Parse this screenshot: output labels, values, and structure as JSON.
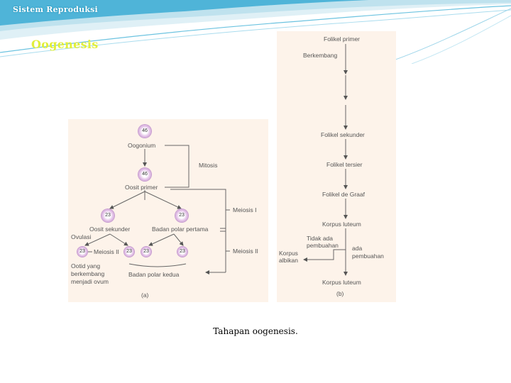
{
  "header": {
    "deck_title": "Sistem Reproduksi",
    "slide_title": "Oogenesis"
  },
  "diagram_a": {
    "cells": {
      "oogonium": "46",
      "oosit_primer": "46",
      "oosit_sekunder": "23",
      "badan_polar_pertama": "23",
      "ootid": "23",
      "badan_polar_kedua_1": "23",
      "badan_polar_kedua_2": "23",
      "badan_polar_kedua_3": "23"
    },
    "labels": {
      "oogonium": "Oogonium",
      "oosit_primer": "Oosit primer",
      "mitosis": "Mitosis",
      "meiosis_1": "Meiosis I",
      "oosit_sekunder": "Oosit sekunder",
      "badan_polar_pertama": "Badan polar pertama",
      "ovulasi": "Ovulasi",
      "meiosis_ii_inline": "Meiosis II",
      "meiosis_2": "Meiosis II",
      "ootid_1": "Ootid yang",
      "ootid_2": "berkembang",
      "ootid_3": "menjadi ovum",
      "badan_polar_kedua": "Badan polar kedua",
      "panel_tag": "(a)"
    }
  },
  "diagram_b": {
    "labels": {
      "folikel_primer": "Folikel primer",
      "berkembang": "Berkembang",
      "folikel_sekunder": "Folikel sekunder",
      "folikel_tersier": "Folikel tersier",
      "folikel_de_graaf": "Folikel de Graaf",
      "korpus_luteum": "Korpus luteum",
      "tidak_ada_1": "Tidak ada",
      "tidak_ada_2": "pembuahan",
      "ada_1": "ada",
      "ada_2": "pembuahan",
      "korpus_albikan_1": "Korpus",
      "korpus_albikan_2": "albikan",
      "korpus_luteum_2": "Korpus luteum",
      "panel_tag": "(b)"
    }
  },
  "caption": "Tahapan oogenesis."
}
